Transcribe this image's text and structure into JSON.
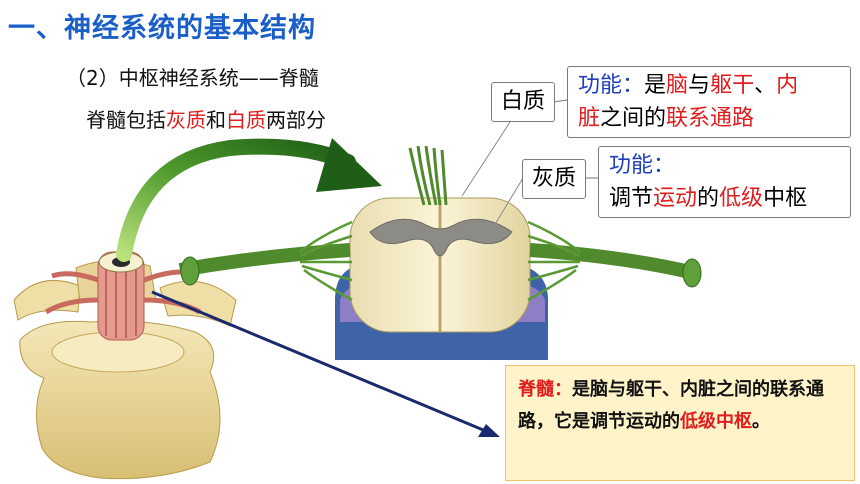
{
  "title": "一、神经系统的基本结构",
  "subtitle": "（2）中枢神经系统——脊髓",
  "intro": {
    "p1": "脊髓包括",
    "gray": "灰质",
    "p2": "和",
    "white": "白质",
    "p3": "两部分"
  },
  "labels": {
    "white_matter": "白质",
    "gray_matter": "灰质"
  },
  "white_function": {
    "label": "功能：",
    "p1": "是",
    "brain": "脑",
    "p2": "与",
    "trunk": "躯干",
    "p3": "、",
    "viscera1": "内",
    "viscera2": "脏",
    "p4": "之间的",
    "pathway": "联系通路"
  },
  "gray_function": {
    "label": "功能：",
    "p1": "调节",
    "movement": "运动",
    "p2": "的",
    "low": "低级",
    "p3": "中枢"
  },
  "note": {
    "label": "脊髓：",
    "text1": "是脑与躯干、内脏之间的联系通路，",
    "text2": "它是调节运动的",
    "low_center": "低级中枢",
    "end": "。"
  },
  "colors": {
    "title_blue": "#1a5fc8",
    "highlight_red": "#e01d1d",
    "function_blue": "#1f3fbf",
    "note_bg": "#fff3c9",
    "arrow_navy": "#1a2a6e",
    "arrow_green": "#1e5e17"
  }
}
